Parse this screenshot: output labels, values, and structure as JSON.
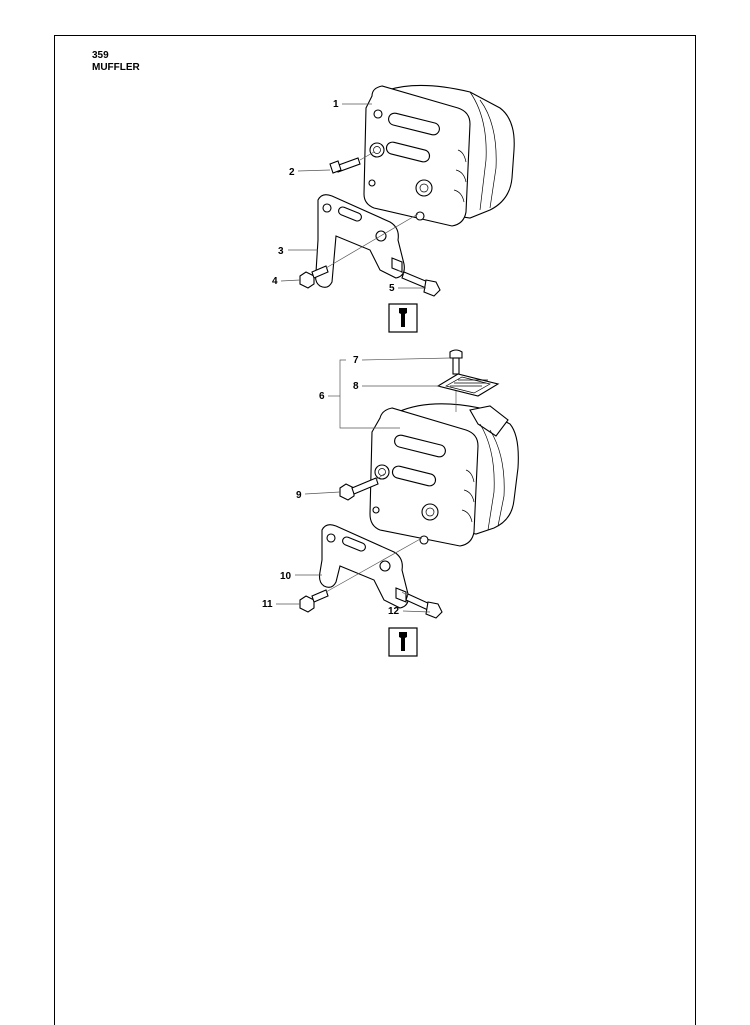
{
  "header": {
    "model_number": "359",
    "section_title": "MUFFLER"
  },
  "callouts": {
    "c1": "1",
    "c2": "2",
    "c3": "3",
    "c4": "4",
    "c5": "5",
    "c6": "6",
    "c7": "7",
    "c8": "8",
    "c9": "9",
    "c10": "10",
    "c11": "11",
    "c12": "12"
  },
  "icons": {
    "tool_icon_1": "wrench-icon",
    "tool_icon_2": "wrench-icon"
  }
}
